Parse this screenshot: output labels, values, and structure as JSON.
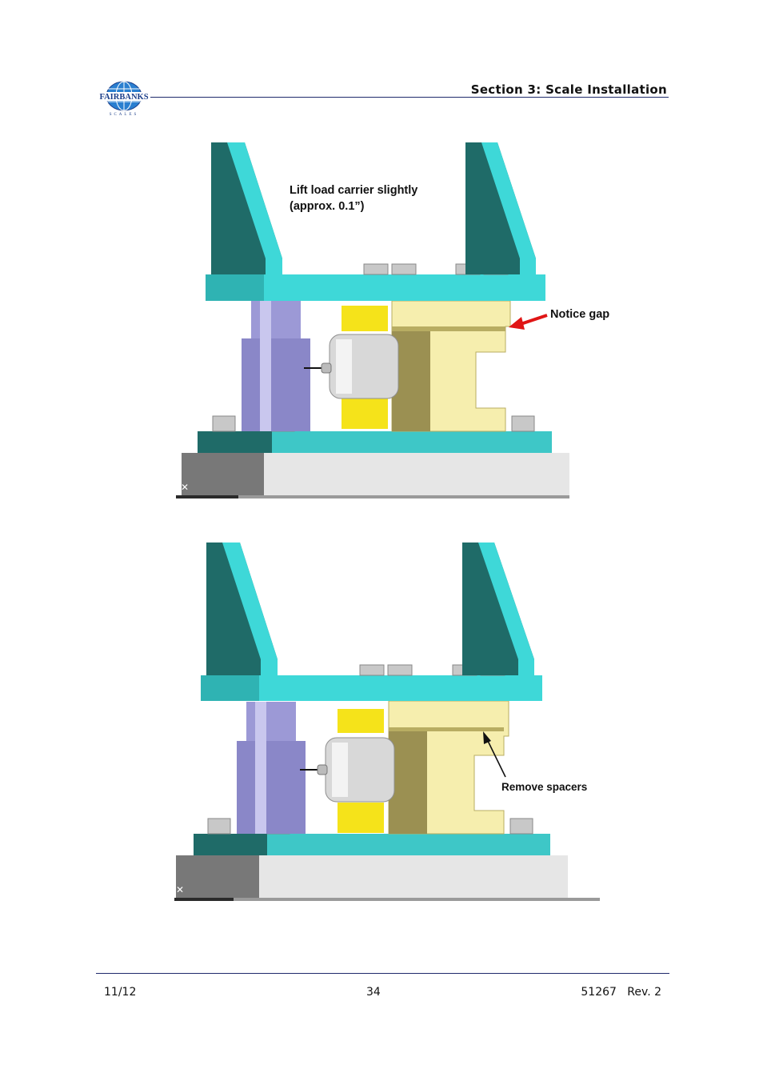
{
  "header": {
    "brand": "FAIRBANKS",
    "brand_sub": "SCALES",
    "section_title": "Section 3:  Scale Installation"
  },
  "figures": [
    {
      "annotations": {
        "lift": [
          "Lift load carrier slightly",
          "(approx. 0.1”)"
        ],
        "gap": "Notice gap"
      }
    },
    {
      "annotations": {
        "spacers": "Remove spacers"
      }
    }
  ],
  "footer": {
    "date": "11/12",
    "page_number": "34",
    "doc_number": "51267   Rev. 2"
  },
  "colors": {
    "teal": "#3dd9d9",
    "dark_teal": "#1f6b68",
    "yellow_block": "#f6eeae",
    "yellow_spacer": "#f5e31a",
    "load_cell_silver": "#d8d8d8",
    "post_purple": "#8a87c8",
    "gray_base": "#7a7a7a",
    "arrow_red": "#e01515"
  }
}
